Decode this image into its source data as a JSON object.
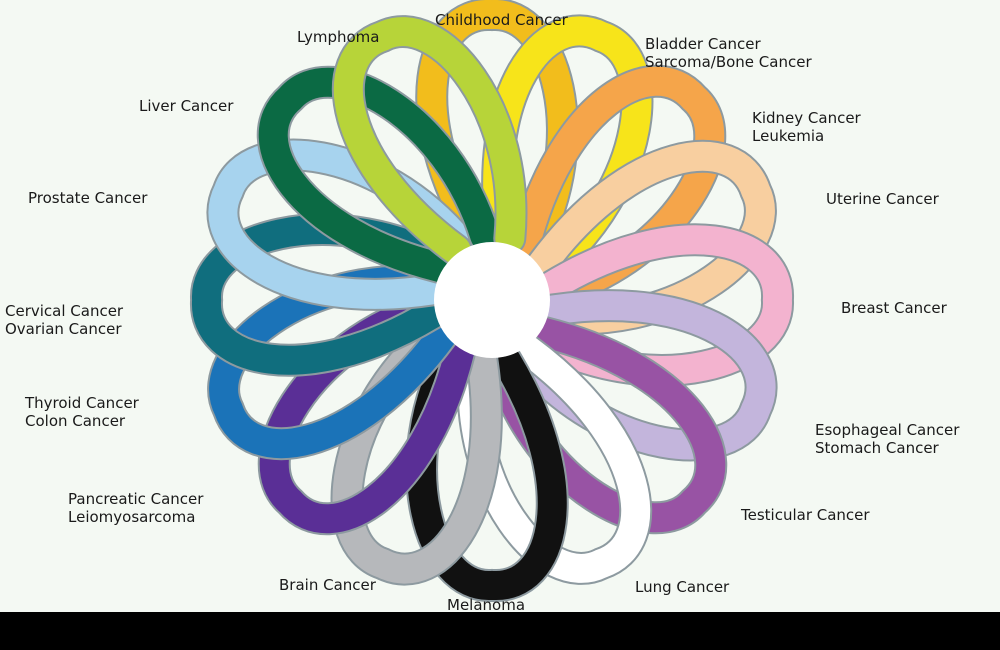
{
  "ribbons": [
    {
      "key": "childhood",
      "color": "#f2bd1c",
      "lines": [
        "Childhood Cancer"
      ]
    },
    {
      "key": "bladder",
      "color": "#f7e41a",
      "lines": [
        "Bladder Cancer",
        "Sarcoma/Bone Cancer"
      ]
    },
    {
      "key": "kidney",
      "color": "#f5a54a",
      "lines": [
        "Kidney Cancer",
        "Leukemia"
      ]
    },
    {
      "key": "uterine",
      "color": "#f8cfa0",
      "lines": [
        "Uterine Cancer"
      ]
    },
    {
      "key": "breast",
      "color": "#f3b3cf",
      "lines": [
        "Breast Cancer"
      ]
    },
    {
      "key": "esophageal",
      "color": "#c3b5dc",
      "lines": [
        "Esophageal Cancer",
        "Stomach Cancer"
      ]
    },
    {
      "key": "testicular",
      "color": "#9853a4",
      "lines": [
        "Testicular Cancer"
      ]
    },
    {
      "key": "lung",
      "color": "#ffffff",
      "lines": [
        "Lung Cancer"
      ]
    },
    {
      "key": "melanoma",
      "color": "#111111",
      "lines": [
        "Melanoma"
      ]
    },
    {
      "key": "brain",
      "color": "#b6b8bb",
      "lines": [
        "Brain Cancer"
      ]
    },
    {
      "key": "pancreatic",
      "color": "#5a2f96",
      "lines": [
        "Pancreatic Cancer",
        "Leiomyosarcoma"
      ]
    },
    {
      "key": "thyroid",
      "color": "#1b73b8",
      "lines": [
        "Thyroid Cancer",
        "Colon Cancer"
      ]
    },
    {
      "key": "cervical",
      "color": "#106e7e",
      "lines": [
        "Cervical Cancer",
        "Ovarian Cancer"
      ]
    },
    {
      "key": "prostate",
      "color": "#a7d3ee",
      "lines": [
        "Prostate Cancer"
      ]
    },
    {
      "key": "liver",
      "color": "#0b6a44",
      "lines": [
        "Liver Cancer"
      ]
    },
    {
      "key": "lymphoma",
      "color": "#b7d439",
      "lines": [
        "Lymphoma"
      ]
    }
  ]
}
